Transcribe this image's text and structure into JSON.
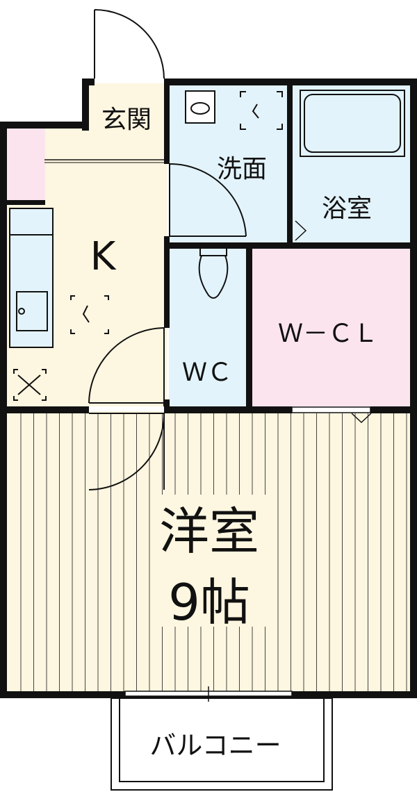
{
  "rooms": {
    "genkan": "玄関",
    "senmen": "洗面",
    "yokushitsu": "浴室",
    "kitchen": "K",
    "wc": "ＷＣ",
    "wcl": "Ｗ－ＣＬ",
    "yoshitsu_name": "洋室",
    "yoshitsu_size": "9帖",
    "balcony": "バルコニー"
  },
  "colors": {
    "wall": "#111111",
    "floor_cream": "#fdf6e0",
    "floor_blue": "#e2f3fb",
    "floor_pink": "#fce4ee",
    "wood_line": "#444444"
  }
}
